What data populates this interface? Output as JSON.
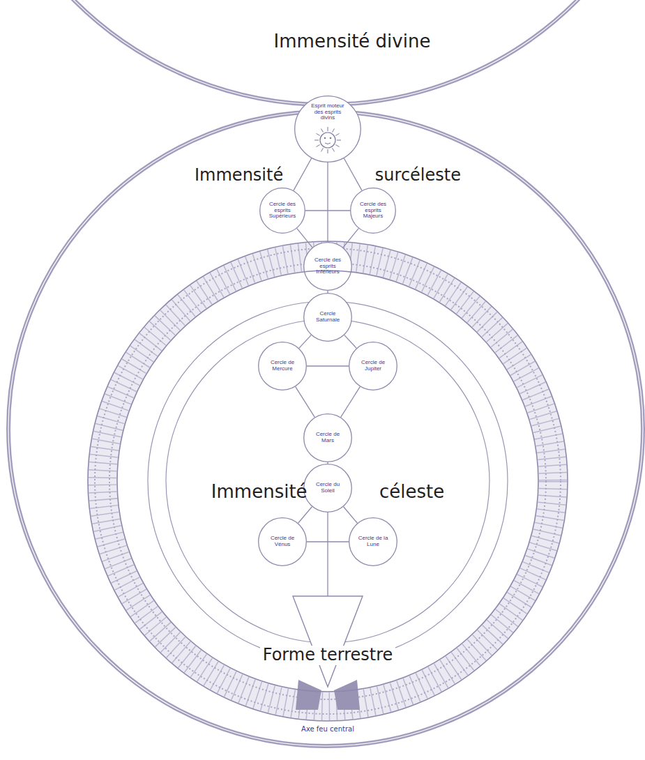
{
  "diagram": {
    "nodes": [
      {
        "text": [
          "Immensité divine"
        ]
      },
      {
        "text": [
          "Immensité surcéleste"
        ]
      },
      {
        "text": [
          "Esprit moteur des esprits divins"
        ],
        "in": 1
      },
      {
        "text": [
          "Cercle des esprits Supérieurs"
        ],
        "in": 1
      },
      {
        "text": [
          "Cercle des esprits Majeurs"
        ],
        "in": 1
      },
      {
        "text": [
          "Cercle des esprits Inférieurs"
        ],
        "in": 1
      },
      {
        "text": [
          "Immensité céleste"
        ],
        "in": 1
      },
      {
        "text": [
          "Cercle Saturnale"
        ],
        "in": 6
      },
      {
        "text": [
          "Cercle de Mercure"
        ],
        "in": 6
      },
      {
        "text": [
          "Cercle de Jupiter"
        ],
        "in": 6
      },
      {
        "text": [
          "Cercle de Mars"
        ],
        "in": 6
      },
      {
        "text": [
          "Cercle du Soleil"
        ],
        "in": 6
      },
      {
        "text": [
          "Cercle de Vénus"
        ],
        "in": 6
      },
      {
        "text": [
          "Cercle de la Lune"
        ],
        "in": 6
      },
      {
        "text": [
          "Forme terrestre"
        ],
        "in": 6
      }
    ],
    "edges": [
      {
        "from": 2,
        "to": 3,
        "arrow": "none"
      },
      {
        "from": 2,
        "to": 4,
        "arrow": "none"
      },
      {
        "from": 2,
        "to": 5,
        "arrow": "none"
      },
      {
        "from": 3,
        "to": 4,
        "arrow": "none"
      },
      {
        "from": 3,
        "to": 5,
        "arrow": "none"
      },
      {
        "from": 4,
        "to": 5,
        "arrow": "none"
      },
      {
        "from": 5,
        "to": 7,
        "arrow": "none"
      },
      {
        "from": 7,
        "to": 8,
        "arrow": "none"
      },
      {
        "from": 7,
        "to": 9,
        "arrow": "none"
      },
      {
        "from": 8,
        "to": 9,
        "arrow": "none"
      },
      {
        "from": 8,
        "to": 10,
        "arrow": "none"
      },
      {
        "from": 9,
        "to": 10,
        "arrow": "none"
      },
      {
        "from": 10,
        "to": 11,
        "arrow": "none"
      },
      {
        "from": 11,
        "to": 12,
        "arrow": "none"
      },
      {
        "from": 11,
        "to": 13,
        "arrow": "none"
      },
      {
        "from": 12,
        "to": 13,
        "arrow": "none"
      },
      {
        "from": 11,
        "to": 14,
        "arrow": "none"
      }
    ],
    "labels": [
      "Axe feu central"
    ]
  }
}
